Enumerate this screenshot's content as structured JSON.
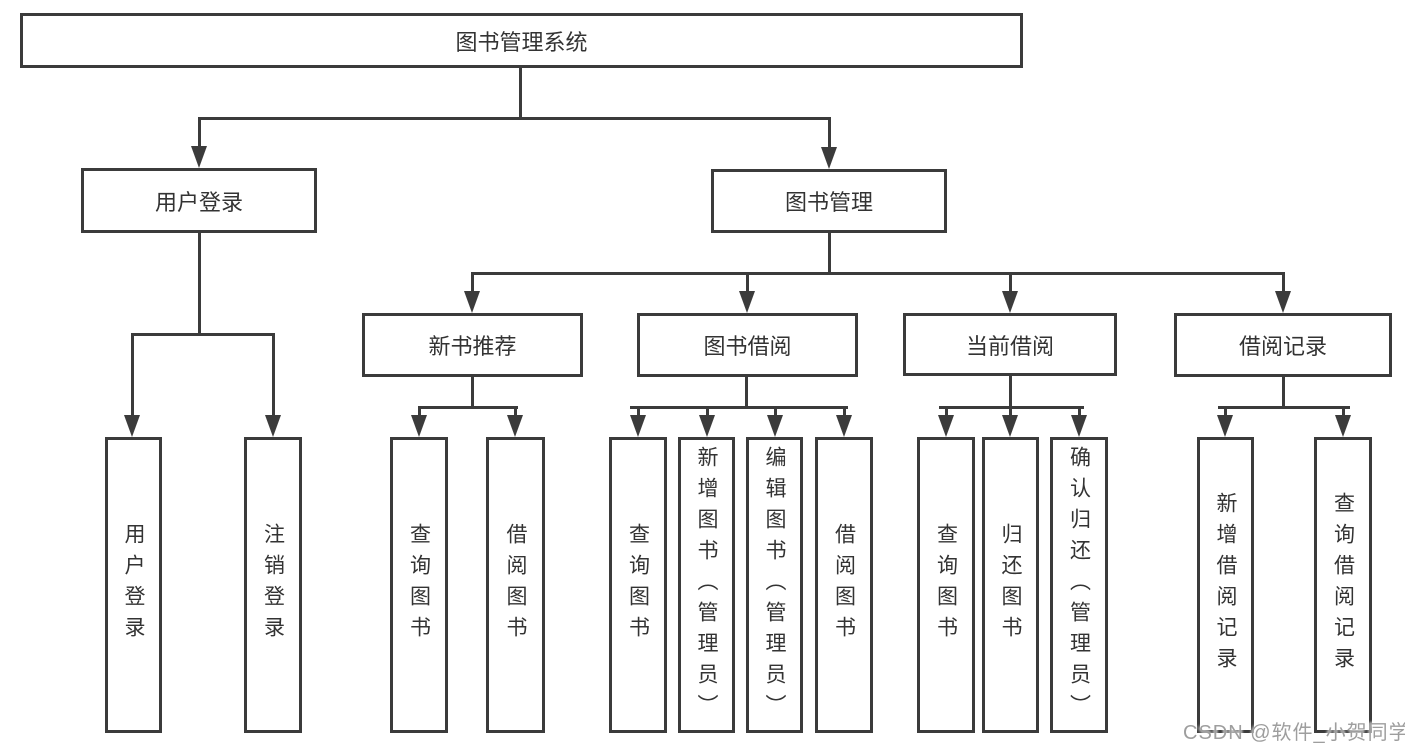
{
  "diagram": {
    "type": "tree-structure-chart",
    "colors": {
      "line": "#3b3b3b",
      "text": "#333333",
      "canvas": "#ffffff",
      "watermark": "#9e9e9e"
    },
    "root": {
      "label": "图书管理系统",
      "children": [
        {
          "label": "用户登录",
          "children": [
            {
              "label": "用户登录"
            },
            {
              "label": "注销登录"
            }
          ]
        },
        {
          "label": "图书管理",
          "children": [
            {
              "label": "新书推荐",
              "children": [
                {
                  "label": "查询图书"
                },
                {
                  "label": "借阅图书"
                }
              ]
            },
            {
              "label": "图书借阅",
              "children": [
                {
                  "label": "查询图书"
                },
                {
                  "label": "新增图书（管理员）"
                },
                {
                  "label": "编辑图书（管理员）"
                },
                {
                  "label": "借阅图书"
                }
              ]
            },
            {
              "label": "当前借阅",
              "children": [
                {
                  "label": "查询图书"
                },
                {
                  "label": "归还图书"
                },
                {
                  "label": "确认归还（管理员）"
                }
              ]
            },
            {
              "label": "借阅记录",
              "children": [
                {
                  "label": "新增借阅记录"
                },
                {
                  "label": "查询借阅记录"
                }
              ]
            }
          ]
        }
      ]
    }
  },
  "watermark": {
    "label": "CSDN @软件_小贺同学"
  }
}
